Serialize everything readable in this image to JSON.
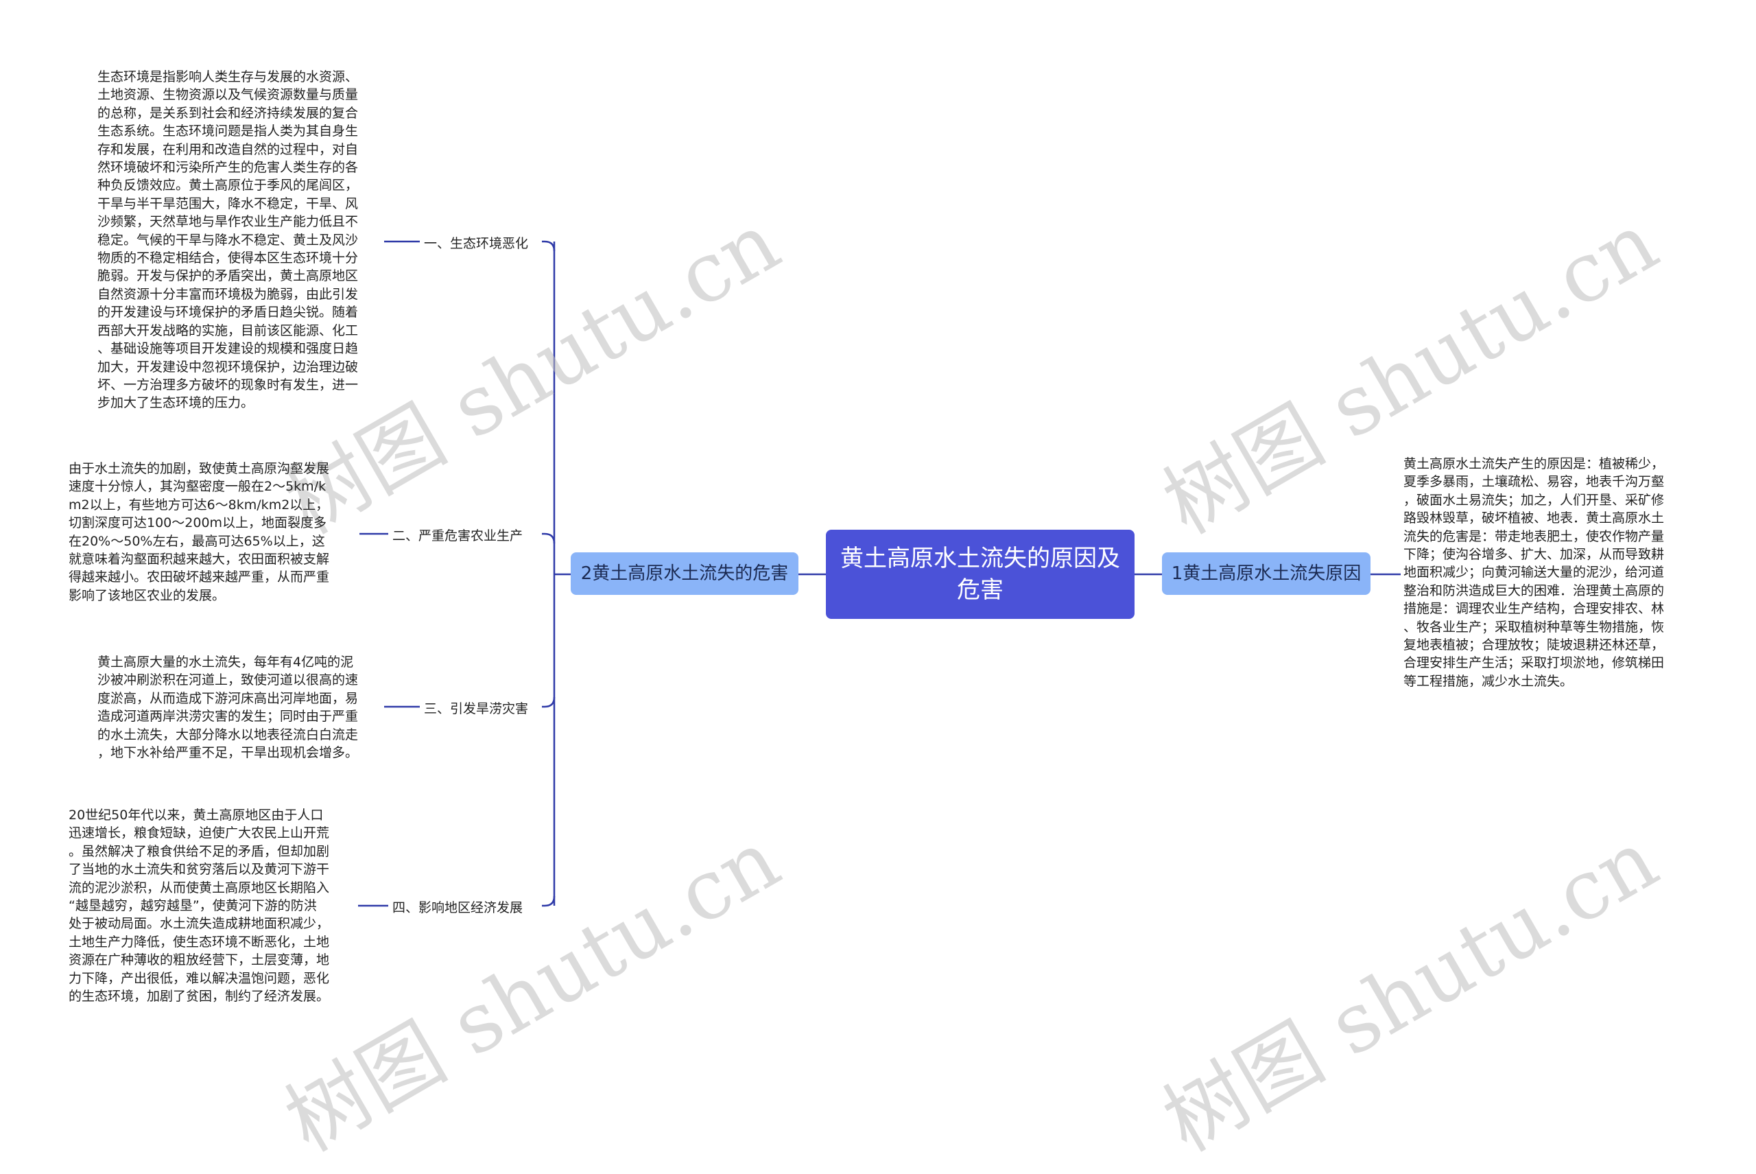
{
  "root": {
    "label": "黄土高原水土流失的原因及危害"
  },
  "branch_left": {
    "label": "2黄土高原水土流失的危害"
  },
  "branch_right": {
    "label": "1黄土高原水土流失原因"
  },
  "left_items": [
    {
      "label": "一、生态环境恶化",
      "lines": [
        "生态环境是指影响人类生存与发展的水资源、",
        "土地资源、生物资源以及气候资源数量与质量",
        "的总称，是关系到社会和经济持续发展的复合",
        "生态系统。生态环境问题是指人类为其自身生",
        "存和发展，在利用和改造自然的过程中，对自",
        "然环境破坏和污染所产生的危害人类生存的各",
        "种负反馈效应。黄土高原位于季风的尾闾区，",
        "干旱与半干旱范围大，降水不稳定，干旱、风",
        "沙频繁，天然草地与旱作农业生产能力低且不",
        "稳定。气候的干旱与降水不稳定、黄土及风沙",
        "物质的不稳定相结合，使得本区生态环境十分",
        "脆弱。开发与保护的矛盾突出，黄土高原地区",
        "自然资源十分丰富而环境极为脆弱，由此引发",
        "的开发建设与环境保护的矛盾日趋尖锐。随着",
        "西部大开发战略的实施，目前该区能源、化工",
        "、基础设施等项目开发建设的规模和强度日趋",
        "加大，开发建设中忽视环境保护，边治理边破",
        "坏、一方治理多方破坏的现象时有发生，进一",
        "步加大了生态环境的压力。"
      ]
    },
    {
      "label": "二、严重危害农业生产",
      "lines": [
        "由于水土流失的加剧，致使黄土高原沟壑发展",
        "速度十分惊人，其沟壑密度一般在2～5km/k",
        "m2以上，有些地方可达6～8km/km2以上，",
        "切割深度可达100～200m以上，地面裂度多",
        "在20%～50%左右，最高可达65%以上，这",
        "就意味着沟壑面积越来越大，农田面积被支解",
        "得越来越小。农田破坏越来越严重，从而严重",
        "影响了该地区农业的发展。"
      ]
    },
    {
      "label": "三、引发旱涝灾害",
      "lines": [
        "黄土高原大量的水土流失，每年有4亿吨的泥",
        "沙被冲刷淤积在河道上，致使河道以很高的速",
        "度淤高，从而造成下游河床高出河岸地面，易",
        "造成河道两岸洪涝灾害的发生；同时由于严重",
        "的水土流失，大部分降水以地表径流白白流走",
        "，地下水补给严重不足，干旱出现机会增多。"
      ]
    },
    {
      "label": "四、影响地区经济发展",
      "lines": [
        "20世纪50年代以来，黄土高原地区由于人口",
        "迅速增长，粮食短缺，迫使广大农民上山开荒",
        "。虽然解决了粮食供给不足的矛盾，但却加剧",
        "了当地的水土流失和贫穷落后以及黄河下游干",
        "流的泥沙淤积，从而使黄土高原地区长期陷入",
        "“越垦越穷，越穷越垦”，使黄河下游的防洪",
        "处于被动局面。水土流失造成耕地面积减少，",
        "土地生产力降低，使生态环境不断恶化，土地",
        "资源在广种薄收的粗放经营下，土层变薄，地",
        "力下降，产出很低，难以解决温饱问题，恶化",
        "的生态环境，加剧了贫困，制约了经济发展。"
      ]
    }
  ],
  "right_text": {
    "lines": [
      "黄土高原水土流失产生的原因是：植被稀少，",
      "夏季多暴雨，土壤疏松、易容，地表千沟万壑",
      "，破面水土易流失；加之，人们开垦、采矿修",
      "路毁林毁草，破坏植被、地表．黄土高原水土",
      "流失的危害是：带走地表肥土，使农作物产量",
      "下降；使沟谷增多、扩大、加深，从而导致耕",
      "地面积减少；向黄河输送大量的泥沙，给河道",
      "整治和防洪造成巨大的困难．治理黄土高原的",
      "措施是：调理农业生产结构，合理安排农、林",
      "、牧各业生产；采取植树种草等生物措施，恢",
      "复地表植被；合理放牧；陡坡退耕还林还草，",
      "合理安排生产生活；采取打坝淤地，修筑梯田",
      "等工程措施，减少水土流失。"
    ]
  },
  "watermark": {
    "text": "树图 shutu.cn"
  },
  "colors": {
    "root": "#4b52d8",
    "branch": "#8ab4f8",
    "line": "#2f3aa8"
  }
}
